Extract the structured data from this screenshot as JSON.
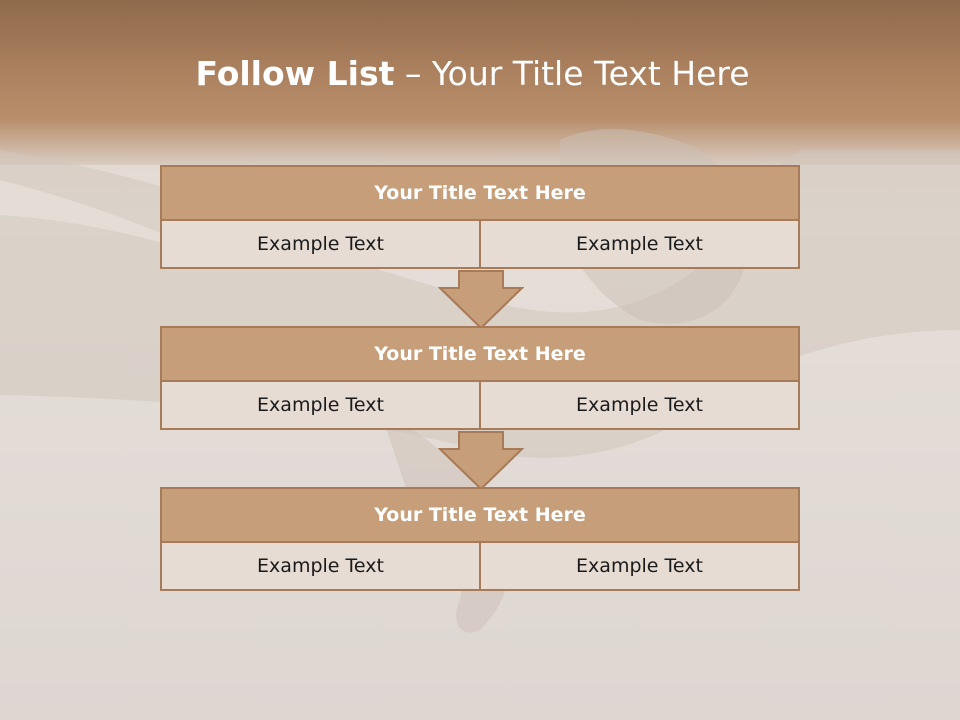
{
  "slide": {
    "title_bold": "Follow List",
    "title_rest": " – Your Title Text Here",
    "blocks": [
      {
        "heading": "Your Title Text Here",
        "left": "Example Text",
        "right": "Example Text"
      },
      {
        "heading": "Your Title Text Here",
        "left": "Example Text",
        "right": "Example Text"
      },
      {
        "heading": "Your Title Text Here",
        "left": "Example Text",
        "right": "Example Text"
      }
    ]
  },
  "colors": {
    "header_band": "#a97f5d",
    "box_header": "#c69e79",
    "box_border": "#a77a58",
    "box_cell": "#e7dcd3",
    "arrow_fill": "#c69e79"
  }
}
